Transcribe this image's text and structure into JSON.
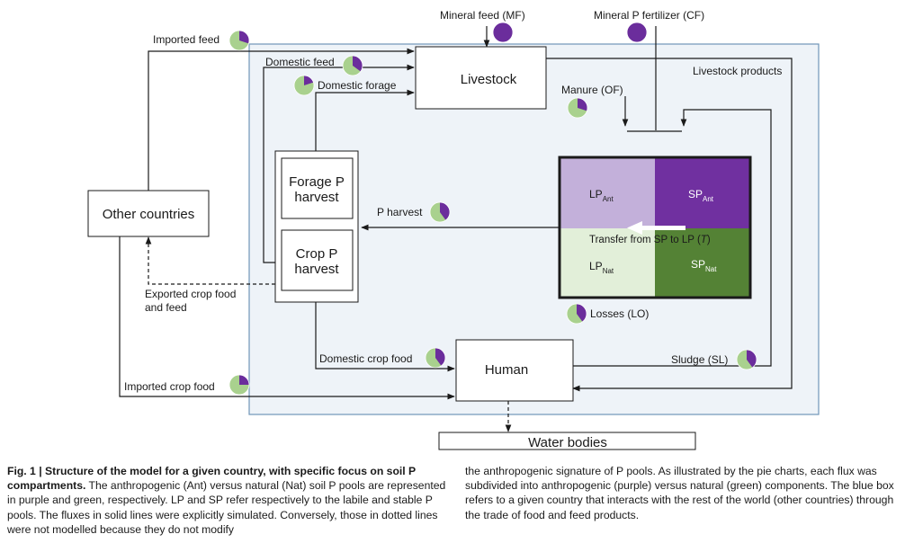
{
  "diagram": {
    "boxes": {
      "livestock": "Livestock",
      "forage_line1": "Forage P",
      "forage_line2": "harvest",
      "crop_line1": "Crop P",
      "crop_line2": "harvest",
      "other_countries": "Other countries",
      "human": "Human",
      "water_bodies": "Water bodies"
    },
    "flows": {
      "mineral_feed": "Mineral feed (MF)",
      "mineral_p_fertilizer": "Mineral P fertilizer (CF)",
      "imported_feed": "Imported feed",
      "domestic_feed": "Domestic feed",
      "domestic_forage": "Domestic forage",
      "livestock_products": "Livestock products",
      "manure": "Manure (OF)",
      "p_harvest": "P harvest",
      "exported_line1": "Exported crop food",
      "exported_line2": "and feed",
      "losses": "Losses (LO)",
      "domestic_crop_food": "Domestic crop food",
      "imported_crop_food": "Imported crop food",
      "sludge": "Sludge (SL)"
    },
    "pools": {
      "lp_ant_main": "LP",
      "lp_ant_sub": "Ant",
      "sp_ant_main": "SP",
      "sp_ant_sub": "Ant",
      "lp_nat_main": "LP",
      "lp_nat_sub": "Nat",
      "sp_nat_main": "SP",
      "sp_nat_sub": "Nat",
      "transfer_prefix": "Transfer from SP to LP (",
      "transfer_var": "T",
      "transfer_suffix": ")"
    },
    "colors": {
      "anthropogenic_purple": "#6b2d9c",
      "natural_green": "#a9d18e",
      "lp_ant_fill": "#c3b0da",
      "sp_ant_fill": "#7030a0",
      "lp_nat_fill": "#e2efd9",
      "sp_nat_fill": "#548235",
      "country_box_fill": "#eef3f8",
      "country_box_stroke": "#6f95b8"
    },
    "pies": {
      "imported_feed": 0.3,
      "domestic_feed": 0.35,
      "domestic_forage": 0.2,
      "manure": 0.3,
      "p_harvest": 0.4,
      "losses": 0.4,
      "domestic_crop_food": 0.4,
      "imported_crop_food": 0.25,
      "sludge": 0.4,
      "mineral_feed": 1.0,
      "mineral_p_fertilizer": 1.0
    }
  },
  "caption": {
    "fig_label": "Fig. 1 | ",
    "title": "Structure of the model for a given country, with specific focus on soil P compartments.",
    "left_text": " The anthropogenic (Ant) versus natural (Nat) soil P pools are represented in purple and green, respectively. LP and SP refer respectively to the labile and stable P pools. The fluxes in solid lines were explicitly simulated. Conversely, those in dotted lines were not modelled because they do not modify",
    "right_text": "the anthropogenic signature of P pools. As illustrated by the pie charts, each flux was subdivided into anthropogenic (purple) versus natural (green) components. The blue box refers to a given country that interacts with the rest of the world (other countries) through the trade of food and feed products."
  }
}
